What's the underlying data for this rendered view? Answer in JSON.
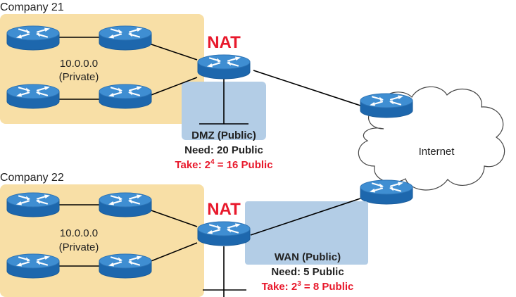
{
  "company21": {
    "title": "Company 21",
    "network": "10.0.0.0",
    "network_type": "(Private)",
    "nat_label": "NAT",
    "segment": {
      "name": "DMZ (Public)",
      "need": "Need: 20 Public",
      "take_prefix": "Take: 2",
      "take_exp": "4",
      "take_suffix": " = 16 Public"
    }
  },
  "company22": {
    "title": "Company 22",
    "network": "10.0.0.0",
    "network_type": "(Private)",
    "nat_label": "NAT",
    "segment": {
      "name": "WAN (Public)",
      "need": "Need: 5 Public",
      "take_prefix": "Take: 2",
      "take_exp": "3",
      "take_suffix": " = 8 Public"
    }
  },
  "internet": {
    "label": "Internet"
  },
  "colors": {
    "private_area": "#f8dfa6",
    "public_area": "#b3cde6",
    "router_top": "#3f8ed2",
    "router_side": "#1d67ad",
    "nat_red": "#e8192c",
    "take_red": "#e8192c",
    "link": "#000000"
  },
  "icons": {
    "router": "router-icon",
    "cloud": "cloud-icon"
  }
}
